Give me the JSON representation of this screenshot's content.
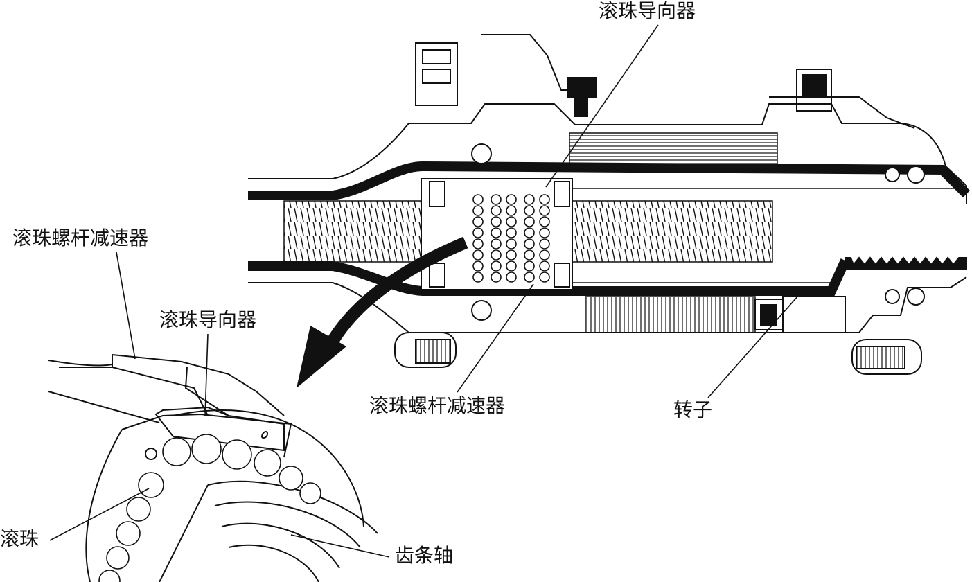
{
  "labels": {
    "ball_guide_top": "滚珠导向器",
    "ball_screw_reducer_left": "滚珠螺杆减速器",
    "ball_guide_detail": "滚珠导向器",
    "ball_screw_reducer_bottom": "滚珠螺杆减速器",
    "rotor": "转子",
    "ball": "滚珠",
    "rack_shaft": "齿条轴"
  }
}
